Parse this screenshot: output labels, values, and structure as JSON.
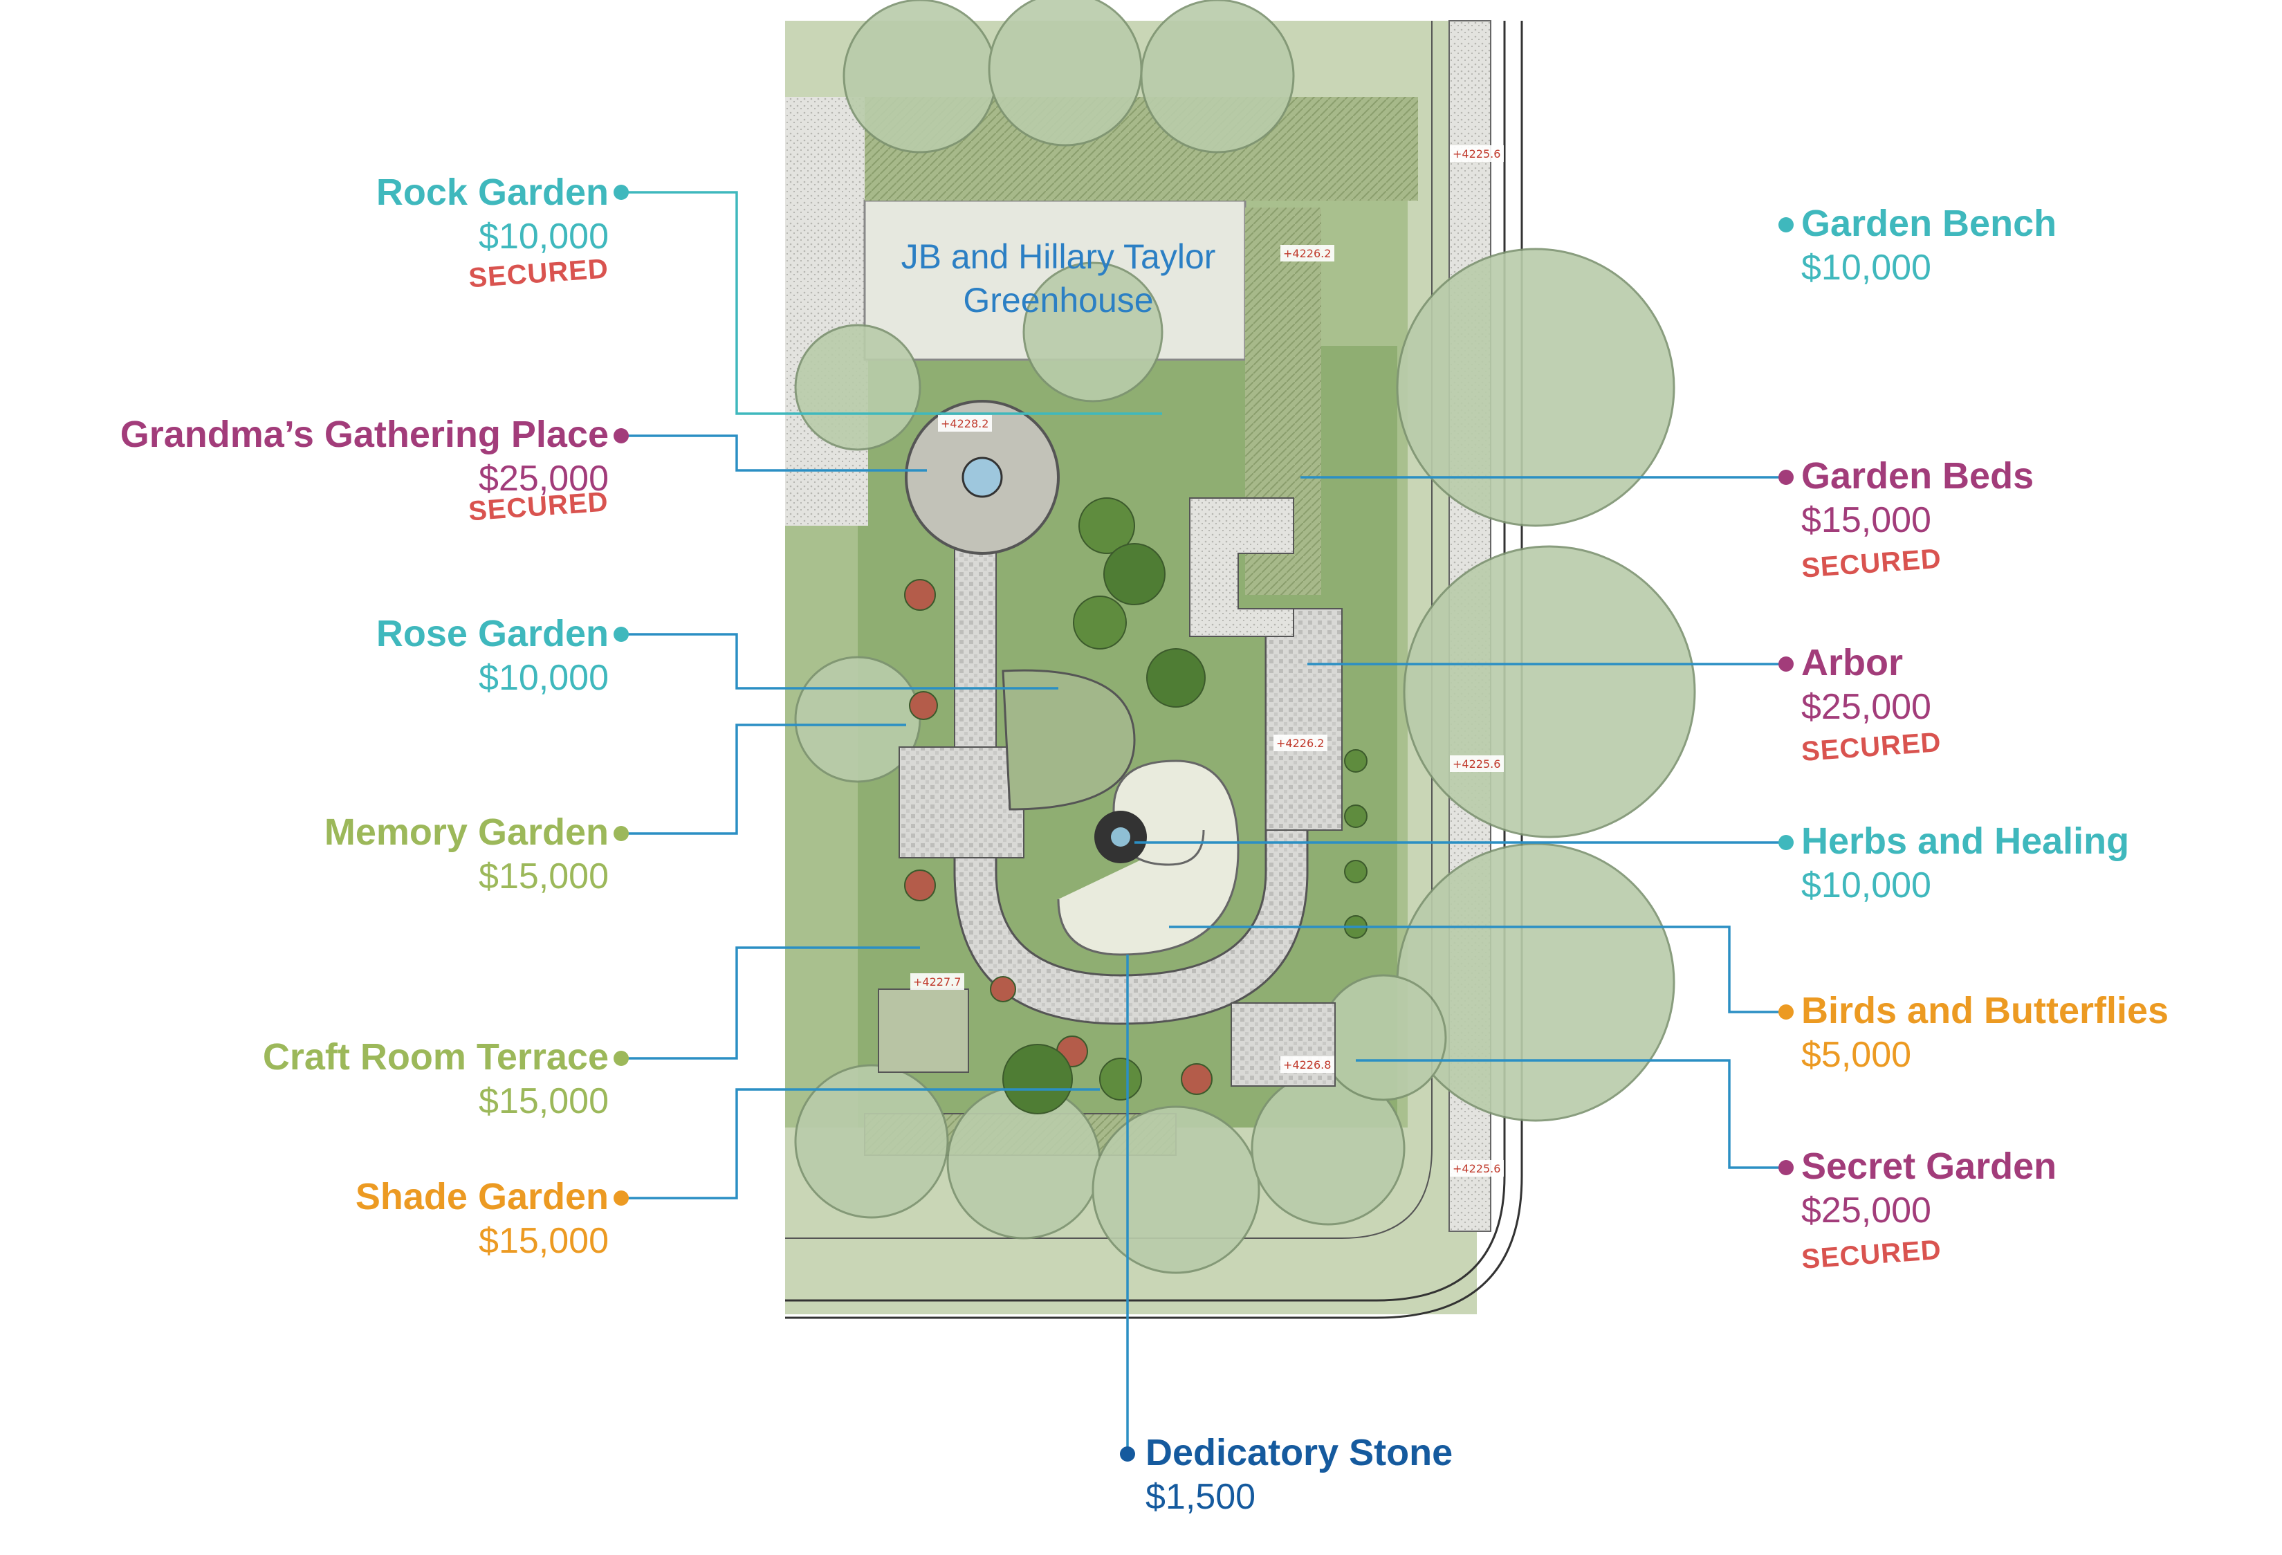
{
  "greenhouse": {
    "line1": "JB and Hillary Taylor",
    "line2": "Greenhouse"
  },
  "secured_label": "SECURED",
  "colors": {
    "teal": "#3fb8bd",
    "magenta": "#a23c7a",
    "olive": "#9cb85a",
    "orange": "#ec9a22",
    "navy": "#155a9e",
    "secured": "#d9534f"
  },
  "features": [
    {
      "id": "rock-garden",
      "name": "Rock Garden",
      "price": "$10,000",
      "secured": true,
      "color": "teal"
    },
    {
      "id": "grandmas-gathering-place",
      "name": "Grandma’s Gathering Place",
      "price": "$25,000",
      "secured": true,
      "color": "magenta"
    },
    {
      "id": "rose-garden",
      "name": "Rose Garden",
      "price": "$10,000",
      "secured": false,
      "color": "teal"
    },
    {
      "id": "memory-garden",
      "name": "Memory Garden",
      "price": "$15,000",
      "secured": false,
      "color": "olive"
    },
    {
      "id": "craft-room-terrace",
      "name": "Craft Room Terrace",
      "price": "$15,000",
      "secured": false,
      "color": "olive"
    },
    {
      "id": "shade-garden",
      "name": "Shade Garden",
      "price": "$15,000",
      "secured": false,
      "color": "orange"
    },
    {
      "id": "garden-bench",
      "name": "Garden Bench",
      "price": "$10,000",
      "secured": false,
      "color": "teal"
    },
    {
      "id": "garden-beds",
      "name": "Garden Beds",
      "price": "$15,000",
      "secured": true,
      "color": "magenta"
    },
    {
      "id": "arbor",
      "name": "Arbor",
      "price": "$25,000",
      "secured": true,
      "color": "magenta"
    },
    {
      "id": "herbs-and-healing",
      "name": "Herbs and Healing",
      "price": "$10,000",
      "secured": false,
      "color": "teal"
    },
    {
      "id": "birds-and-butterflies",
      "name": "Birds and Butterflies",
      "price": "$5,000",
      "secured": false,
      "color": "orange"
    },
    {
      "id": "secret-garden",
      "name": "Secret Garden",
      "price": "$25,000",
      "secured": true,
      "color": "magenta"
    },
    {
      "id": "dedicatory-stone",
      "name": "Dedicatory Stone",
      "price": "$1,500",
      "secured": false,
      "color": "navy"
    }
  ],
  "elevations": [
    "+4225.6",
    "+4226.2",
    "+4228.2",
    "+4226.2",
    "+4225.6",
    "+4227.7",
    "+4226.8",
    "+4225.6"
  ]
}
